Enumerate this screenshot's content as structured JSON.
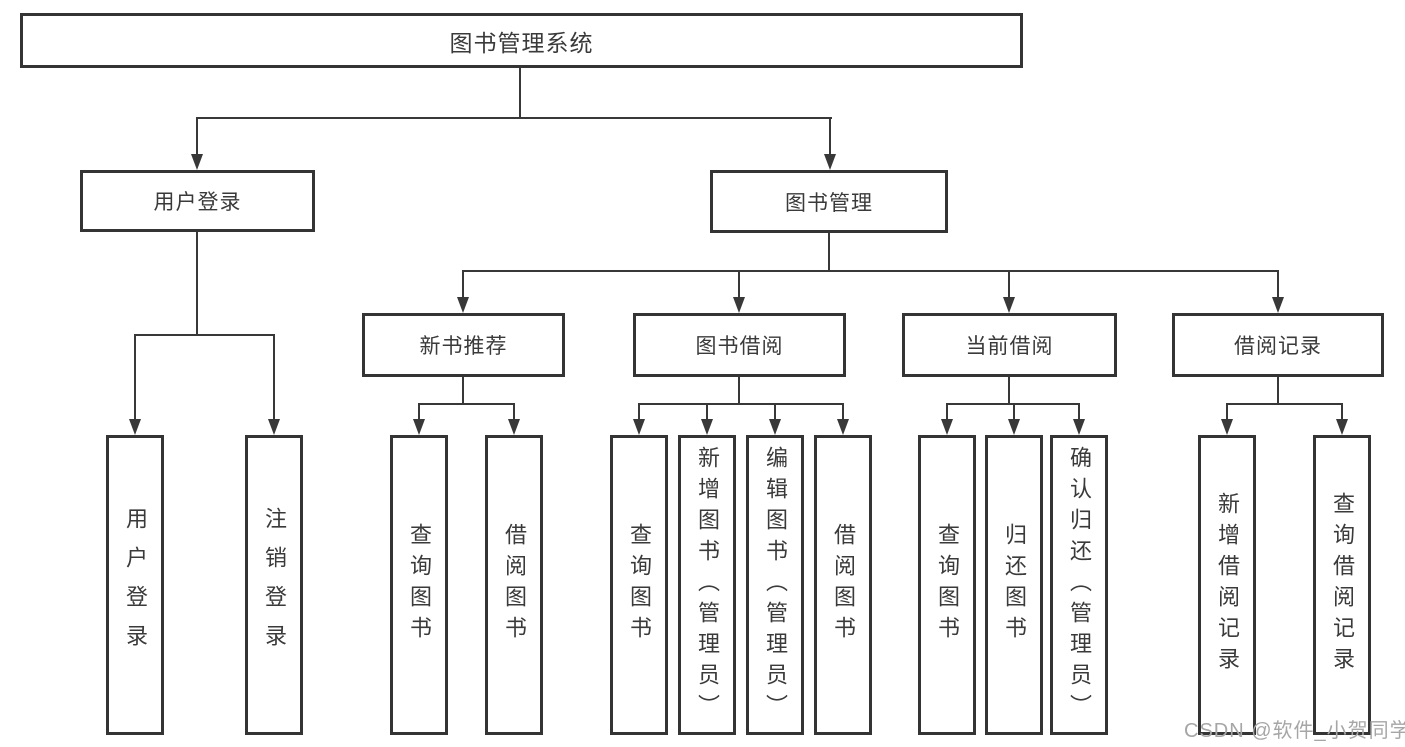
{
  "tree": {
    "root": "图书管理系统",
    "level2": {
      "login": "用户登录",
      "management": "图书管理"
    },
    "level3": {
      "new_books": "新书推荐",
      "borrowing": "图书借阅",
      "current": "当前借阅",
      "records": "借阅记录"
    },
    "leaves": {
      "login": [
        "用户登录",
        "注销登录"
      ],
      "new_books": [
        "查询图书",
        "借阅图书"
      ],
      "borrowing": [
        "查询图书",
        "新增图书（管理员）",
        "编辑图书（管理员）",
        "借阅图书"
      ],
      "current": [
        "查询图书",
        "归还图书",
        "确认归还（管理员）"
      ],
      "records": [
        "新增借阅记录",
        "查询借阅记录"
      ]
    }
  },
  "watermark": "CSDN @软件_小贺同学",
  "colors": {
    "line": "#383838",
    "box_border": "#343434",
    "text": "#3a3a3a",
    "watermark": "#a6a6a6",
    "background": "#ffffff"
  }
}
